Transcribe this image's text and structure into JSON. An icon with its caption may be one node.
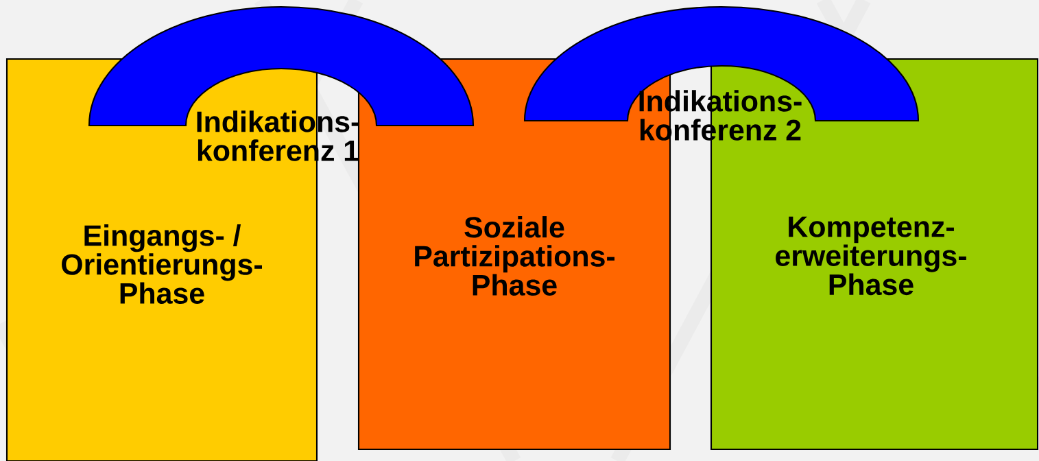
{
  "diagram": {
    "nodes": [
      {
        "text": [
          "Eingangs- / Orientierungs- Phase"
        ]
      },
      {
        "text": [
          "Soziale Partizipations- Phase"
        ]
      },
      {
        "text": [
          "Kompetenz- erweiterungs- Phase"
        ]
      },
      {
        "text": [],
        "shape": "arch",
        "beside": [
          "Indikations- konferenz 1"
        ]
      },
      {
        "text": [],
        "shape": "arch",
        "beside": [
          "Indikations- konferenz 2"
        ]
      }
    ]
  }
}
